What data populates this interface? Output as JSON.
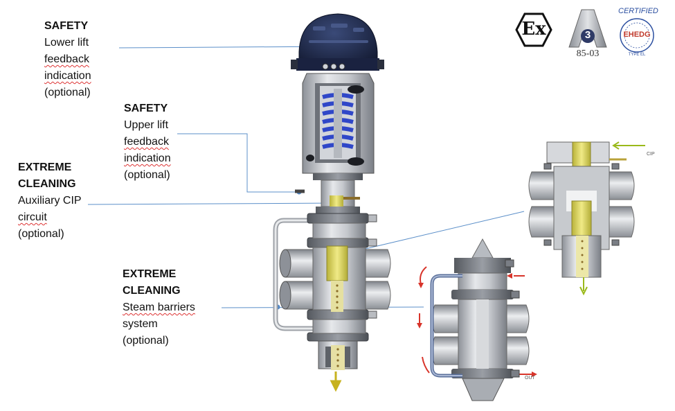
{
  "callouts": [
    {
      "title": "SAFETY",
      "lines": [
        "Lower lift",
        "feedback",
        "indication",
        "(optional)"
      ]
    },
    {
      "title": "SAFETY",
      "lines": [
        "Upper lift",
        "feedback",
        "indication",
        "(optional)"
      ]
    },
    {
      "title_lines": [
        "EXTREME",
        "CLEANING"
      ],
      "lines": [
        "Auxiliary CIP",
        "circuit",
        "(optional)"
      ]
    },
    {
      "title_lines": [
        "EXTREME",
        "CLEANING"
      ],
      "lines": [
        "Steam barriers",
        "system",
        "(optional)"
      ]
    }
  ],
  "certifications": {
    "atex_mark": "Ex",
    "a3_number": "3",
    "a3_standard": "85-03",
    "ehedg_top": "CERTIFIED",
    "ehedg_name": "EHEDG",
    "ehedg_type": "TYPE EL"
  },
  "diagram_labels": {
    "cip": "CIP",
    "out": "OUT"
  },
  "colors": {
    "actuator_navy": "#1f2a4a",
    "spring_blue": "#2f47c8",
    "steel_light": "#c9ccd1",
    "steel_dark": "#6d7178",
    "leader_line": "#5b8fc9",
    "highlight_yellow": "#e6e06a",
    "flow_red": "#d8342a",
    "flow_green": "#9ab91a"
  }
}
